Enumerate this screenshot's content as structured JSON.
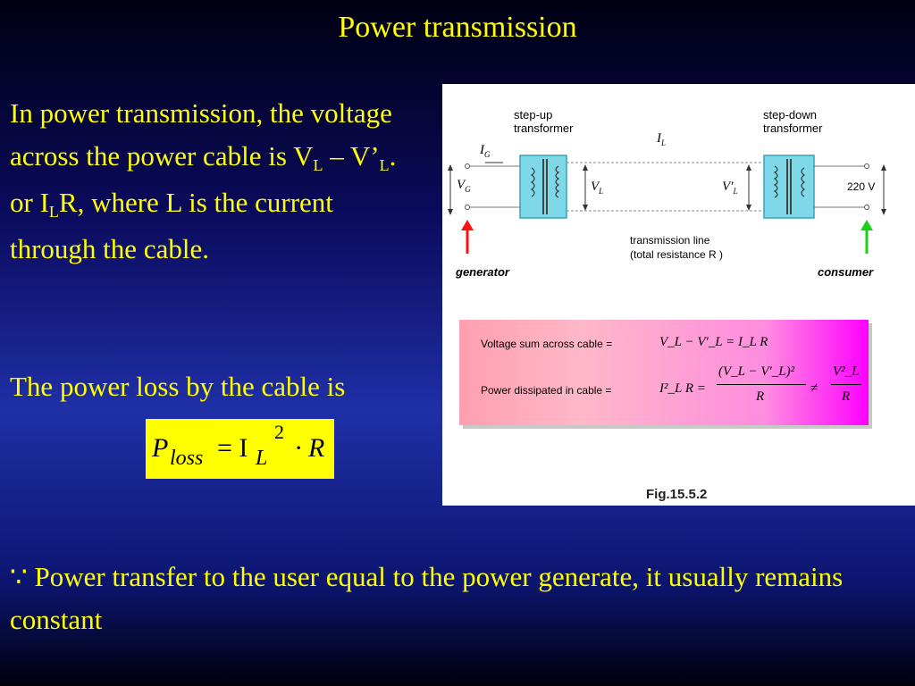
{
  "title": "Power transmission",
  "paragraph1": {
    "t1": "In power transmission, the voltage across the power cable is V",
    "s1": "L",
    "t2": " – V’",
    "s2": "L",
    "t3": ". or I",
    "s3": "L",
    "t4": "R, where L is the current through the cable."
  },
  "paragraph2": "The power loss by the cable is",
  "formula": {
    "P": "P",
    "loss": "loss",
    "eq": "= I",
    "L": "L",
    "exp": "2",
    "dotR": "· R"
  },
  "paragraph3": "∵ Power transfer to the user equal to the power generate, it usually remains constant",
  "figure": {
    "stepup_label": "step-up\ntransformer",
    "stepdown_label": "step-down\ntransformer",
    "IL": "I",
    "IL_sub": "L",
    "IG": "I",
    "IG_sub": "G",
    "VG": "V",
    "VG_sub": "G",
    "VL": "V",
    "VL_sub": "L",
    "VLp": "V′",
    "VLp_sub": "L",
    "v220": "220 V",
    "transmission_line": "transmission line",
    "total_resistance": "(total resistance R )",
    "generator": "generator",
    "consumer": "consumer",
    "voltage_sum_label": "Voltage sum across cable =",
    "voltage_sum_expr": "V_L − V′_L = I_L R",
    "power_label": "Power dissipated in cable =",
    "power_expr_left": "I²_L R =",
    "power_num": "(V_L − V′_L)²",
    "power_den": "R",
    "neq": "≠",
    "power_right_num": "V²_L",
    "power_right_den": "R",
    "caption": "Fig.15.5.2",
    "colors": {
      "transformer": "#7fd8e8",
      "generator_arrow": "#ff1010",
      "consumer_arrow": "#18d018"
    }
  }
}
